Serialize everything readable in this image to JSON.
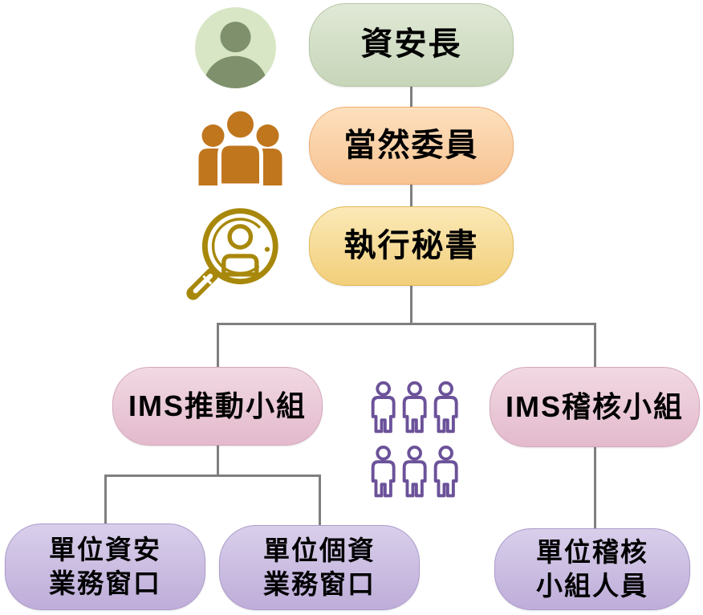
{
  "colors": {
    "background": "#ffffff",
    "connector": "#7f7f7f",
    "label_text": "#000000"
  },
  "org_chart": {
    "nodes": {
      "ciso": {
        "label": "資安長",
        "colors": {
          "top": "#e0e9d6",
          "bottom": "#c7d5b9",
          "border": "#b5c6a4"
        }
      },
      "ex_officio_members": {
        "label": "當然委員",
        "colors": {
          "top": "#fde0bd",
          "bottom": "#f7c392",
          "border": "#efad72"
        }
      },
      "executive_secretary": {
        "label": "執行秘書",
        "colors": {
          "top": "#fbe9b7",
          "bottom": "#f2cf7b",
          "border": "#e2ba55"
        }
      },
      "ims_promotion_team": {
        "label": "IMS推動小組",
        "colors": {
          "top": "#f1d9e3",
          "bottom": "#e3bacc",
          "border": "#d6a8bd"
        }
      },
      "ims_audit_team": {
        "label": "IMS稽核小組",
        "colors": {
          "top": "#f1d9e3",
          "bottom": "#e3bacc",
          "border": "#d6a8bd"
        }
      },
      "unit_security_contact": {
        "label": "單位資安\n業務窗口",
        "colors": {
          "top": "#d9cfeb",
          "bottom": "#beadd9",
          "border": "#ab9acb"
        }
      },
      "unit_privacy_contact": {
        "label": "單位個資\n業務窗口",
        "colors": {
          "top": "#d9cfeb",
          "bottom": "#beadd9",
          "border": "#ab9acb"
        }
      },
      "unit_audit_members": {
        "label": "單位稽核\n小組人員",
        "colors": {
          "top": "#d9cfeb",
          "bottom": "#beadd9",
          "border": "#ab9acb"
        }
      }
    },
    "icons": {
      "person_avatar": {
        "circle_color": "#d8e6c5",
        "figure_color": "#7e906c"
      },
      "people_group": {
        "color": "#c0761d"
      },
      "magnifier_person": {
        "color": "#a8880b"
      },
      "people_crowd": {
        "color": "#6b5299"
      }
    }
  }
}
